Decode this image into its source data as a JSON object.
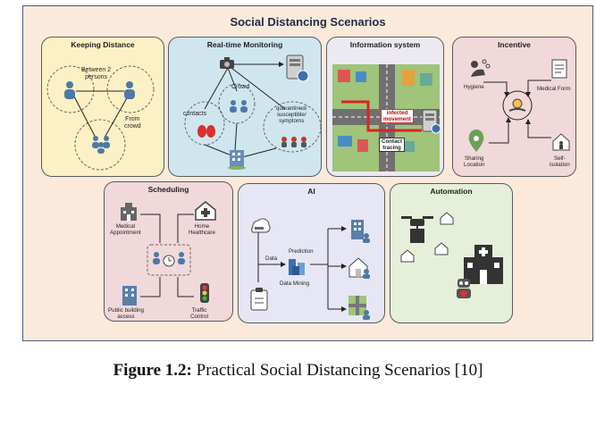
{
  "title": "Social Distancing Scenarios",
  "panels": {
    "keeping_distance": {
      "title": "Keeping Distance",
      "between": "Between 2\npersons",
      "from_crowd": "From\ncrowd"
    },
    "monitoring": {
      "title": "Real-time Monitoring",
      "crowd": "Crowd",
      "contacts": "contacts",
      "quarantined": "quarantined/\nsusceptible/\nsymptoms"
    },
    "information": {
      "title": "Information system",
      "infected": "infected\nmovement",
      "contact_tracing": "Contact\ntracing"
    },
    "incentive": {
      "title": "Incentive",
      "hygiene": "Hygiene",
      "medical_form": "Medical Form",
      "sharing": "Sharing\nLocation",
      "self_isolation": "Self-\nisolation"
    },
    "scheduling": {
      "title": "Scheduling",
      "medical": "Medical\nAppointment",
      "home": "Home\nHealthcare",
      "public": "Public building\naccess",
      "traffic": "Traffic\nControl"
    },
    "ai": {
      "title": "AI",
      "data": "Data",
      "prediction": "Prediction",
      "mining": "Data Mining"
    },
    "automation": {
      "title": "Automation"
    }
  },
  "caption": {
    "bold": "Figure 1.2:",
    "text": " Practical Social Distancing Scenarios [10]"
  },
  "colors": {
    "keeping_distance": "#fdf0c4",
    "monitoring": "#cfe6ef",
    "information": "#ece9f3",
    "incentive": "#f1d8da",
    "scheduling": "#f1d8da",
    "ai": "#e6e6f4",
    "automation": "#e6efd9"
  }
}
